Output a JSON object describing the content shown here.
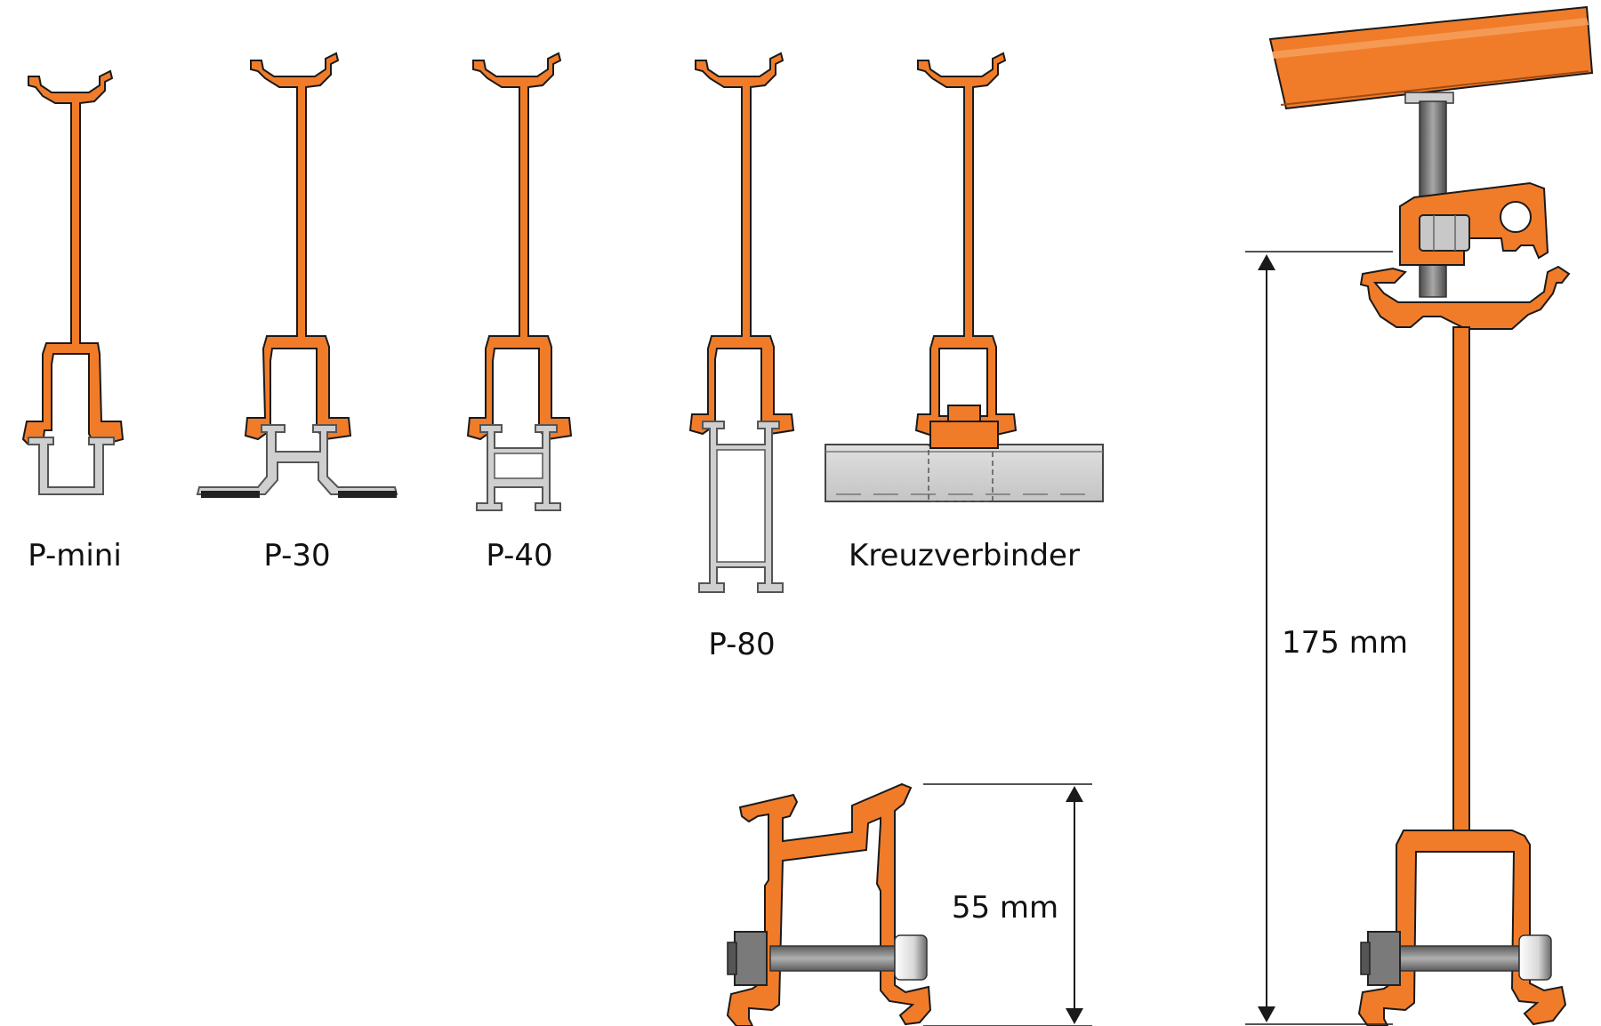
{
  "labels": {
    "p_mini": "P-mini",
    "p_30": "P-30",
    "p_40": "P-40",
    "p_80": "P-80",
    "kreuzverbinder": "Kreuzverbinder"
  },
  "dimensions": {
    "small": "55 mm",
    "large": "175 mm"
  },
  "colors": {
    "orange": "#F07C2A",
    "outline": "#1a1a1a",
    "rail_gray": "#CFCFCF",
    "bolt_gray": "#8A8A8A"
  }
}
